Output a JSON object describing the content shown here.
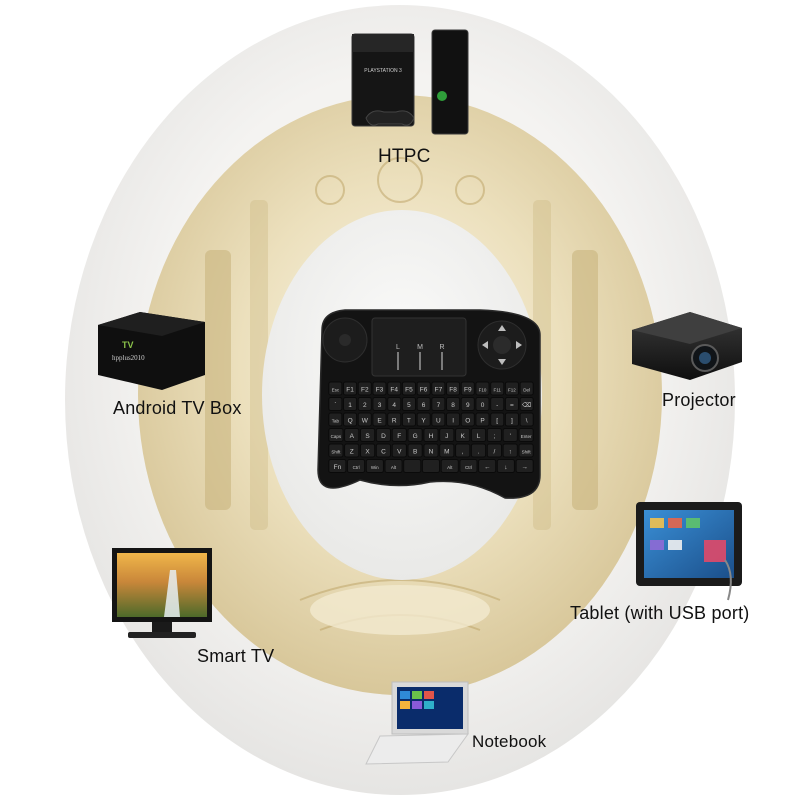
{
  "devices": {
    "htpc": {
      "label": "HTPC"
    },
    "android_tv_box": {
      "label": "Android TV Box",
      "brand_text": "TV",
      "brand_sub": "hpplus2010"
    },
    "projector": {
      "label": "Projector"
    },
    "tablet": {
      "label": "Tablet (with USB port)"
    },
    "smart_tv": {
      "label": "Smart TV"
    },
    "notebook": {
      "label": "Notebook"
    },
    "console_brand": {
      "label": "PLAYSTATION 3"
    }
  },
  "keyboard": {
    "rows": [
      [
        "Esc",
        "F1",
        "F2",
        "F3",
        "F4",
        "F5",
        "F6",
        "F7",
        "F8",
        "F9",
        "F10",
        "F11",
        "F12",
        "Del"
      ],
      [
        "`",
        "1",
        "2",
        "3",
        "4",
        "5",
        "6",
        "7",
        "8",
        "9",
        "0",
        "-",
        "=",
        "⌫"
      ],
      [
        "Tab",
        "Q",
        "W",
        "E",
        "R",
        "T",
        "Y",
        "U",
        "I",
        "O",
        "P",
        "[",
        "]",
        "\\"
      ],
      [
        "Caps",
        "A",
        "S",
        "D",
        "F",
        "G",
        "H",
        "J",
        "K",
        "L",
        ";",
        "'",
        "Enter"
      ],
      [
        "Shift",
        "Z",
        "X",
        "C",
        "V",
        "B",
        "N",
        "M",
        ",",
        ".",
        "/",
        "↑",
        "Shift"
      ],
      [
        "Fn",
        "Ctrl",
        "Win",
        "Alt",
        "",
        "",
        "Alt",
        "Ctrl",
        "←",
        "↓",
        "→"
      ]
    ],
    "touchpad_marks": [
      "L",
      "M",
      "R"
    ]
  },
  "colors": {
    "outer_ring": "#efeeec",
    "palace_tint": "#d9c99a",
    "center_disc": "#f3f3f1",
    "keyboard_body": "#151515",
    "key_text": "#c9c9c9",
    "label_text": "#111111"
  }
}
